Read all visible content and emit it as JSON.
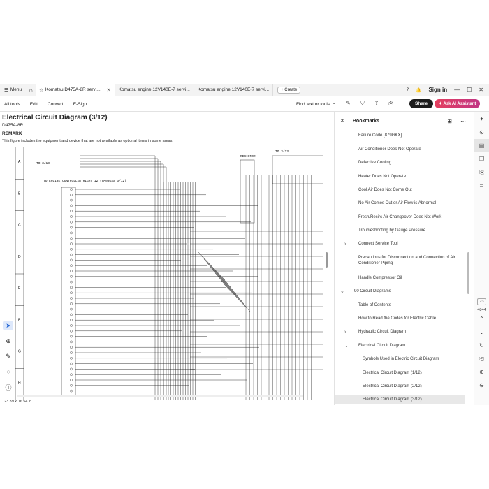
{
  "tabbar": {
    "menu_label": "Menu",
    "tabs": [
      {
        "label": "Komatsu D475A-8R servi...",
        "active": true
      },
      {
        "label": "Komatsu engine 12V140E-7 servi...",
        "active": false
      },
      {
        "label": "Komatsu engine 12V140E-7 servi...",
        "active": false
      }
    ],
    "create_label": "Create",
    "signin_label": "Sign in"
  },
  "toolbar": {
    "items": [
      "All tools",
      "Edit",
      "Convert",
      "E-Sign"
    ],
    "find_placeholder": "Find text or tools",
    "share_label": "Share",
    "ai_label": "Ask AI Assistant"
  },
  "document": {
    "title": "Electrical Circuit Diagram (3/12)",
    "model": "D475A-8R",
    "remark_heading": "REMARK",
    "remark_text": "This figure includes the equipment and device that are not available as optional items in some areas.",
    "size_label": "23.39 x 16.54 in",
    "zone_letters": [
      "A",
      "B",
      "C",
      "D",
      "E",
      "F",
      "G",
      "H"
    ],
    "diagram_labels": {
      "to_3_13_left": "TO 3/13",
      "to_engine_controller": "TO ENGINE CONTROLLER  RIGHT 12 (CM03GSS 3/12)",
      "resistor": "RESISTOR",
      "to_3_13_right": "TO 3/13"
    }
  },
  "bookmarks": {
    "title": "Bookmarks",
    "items": [
      {
        "label": "Failure Code [879GKX]",
        "chevron": ""
      },
      {
        "label": "Air Conditioner Does Not Operate",
        "chevron": ""
      },
      {
        "label": "Defective Cooling",
        "chevron": ""
      },
      {
        "label": "Heater Does Not Operate",
        "chevron": ""
      },
      {
        "label": "Cool Air Does Not Come Out",
        "chevron": ""
      },
      {
        "label": "No Air Comes Out or Air Flow is Abnormal",
        "chevron": ""
      },
      {
        "label": "Fresh/Recirc Air Changeover Does Not Work",
        "chevron": ""
      },
      {
        "label": "Troubleshooting by Gauge Pressure",
        "chevron": ""
      },
      {
        "label": "Connect Service Tool",
        "chevron": "›"
      },
      {
        "label": "Precautions for Disconnection and Connection of Air Conditioner Piping",
        "chevron": ""
      },
      {
        "label": "Handle Compressor Oil",
        "chevron": ""
      },
      {
        "label": "90 Circuit Diagrams",
        "chevron": "⌄"
      },
      {
        "label": "Table of Contents",
        "chevron": ""
      },
      {
        "label": "How to Read the Codes for Electric Cable",
        "chevron": ""
      },
      {
        "label": "Hydraulic Circuit Diagram",
        "chevron": "›"
      },
      {
        "label": "Electrical Circuit Diagram",
        "chevron": "⌄"
      },
      {
        "label": "Symbols Used in Electric Circuit Diagram",
        "chevron": ""
      },
      {
        "label": "Electrical Circuit Diagram (1/12)",
        "chevron": ""
      },
      {
        "label": "Electrical Circuit Diagram (2/12)",
        "chevron": ""
      },
      {
        "label": "Electrical Circuit Diagram (3/12)",
        "chevron": "",
        "selected": true
      }
    ]
  },
  "rail": {
    "page_current": "23",
    "page_total": "4844"
  }
}
